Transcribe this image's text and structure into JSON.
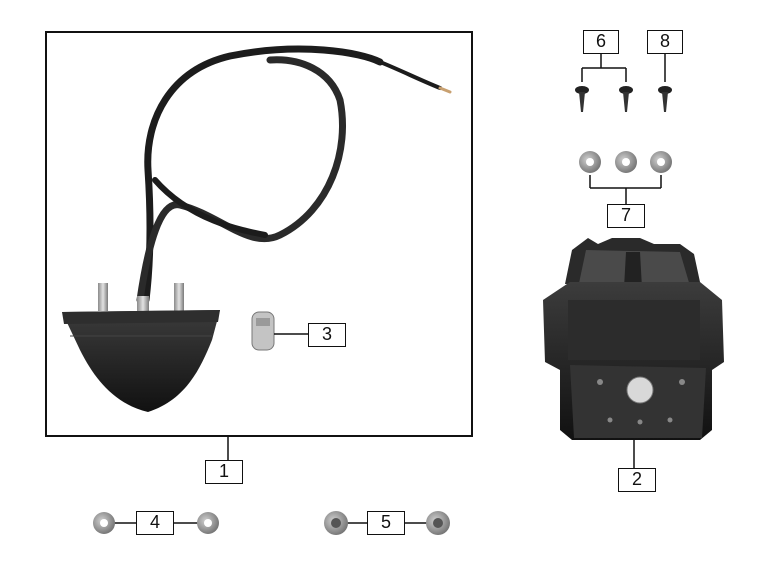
{
  "callouts": {
    "c1": "1",
    "c2": "2",
    "c3": "3",
    "c4": "4",
    "c5": "5",
    "c6": "6",
    "c7": "7",
    "c8": "8"
  },
  "colors": {
    "frame": "#111111",
    "part_dark": "#1e1e1e",
    "part_mid": "#3a3a3a",
    "metal": "#b8b8b8",
    "washer": "#9a9a9a"
  }
}
